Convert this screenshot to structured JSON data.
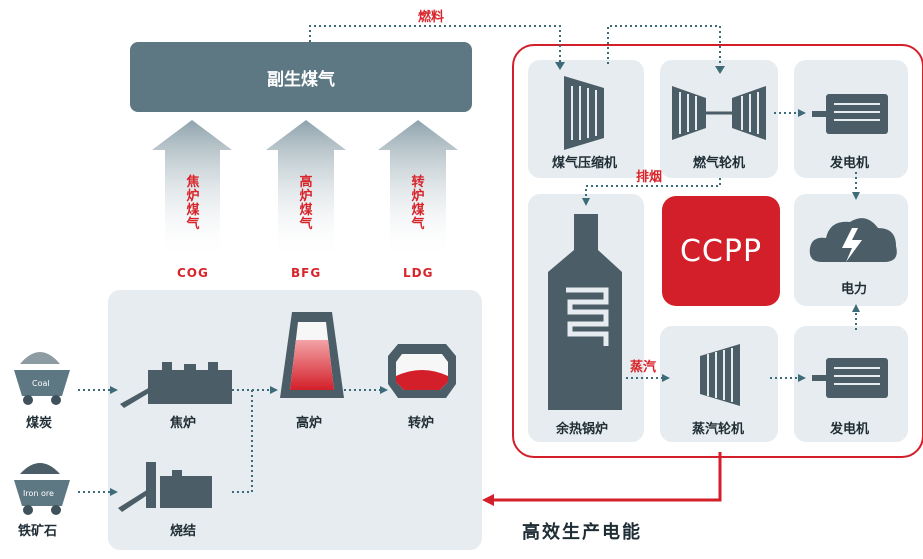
{
  "top_label": "燃料",
  "byproduct_gas": "副生煤气",
  "gases": [
    {
      "name": "焦炉煤气",
      "code": "COG"
    },
    {
      "name": "高炉煤气",
      "code": "BFG"
    },
    {
      "name": "转炉煤气",
      "code": "LDG"
    }
  ],
  "inputs": {
    "coal": "煤炭",
    "coal_cart_text": "Coal",
    "iron_ore": "铁矿石",
    "ore_cart_text": "Iron ore"
  },
  "steel_units": {
    "coke_oven": "焦炉",
    "sinter": "烧结",
    "blast_furnace": "高炉",
    "converter": "转炉"
  },
  "ccpp": {
    "title": "CCPP",
    "compressor": "煤气压缩机",
    "gas_turbine": "燃气轮机",
    "generator_top": "发电机",
    "electricity": "电力",
    "exhaust": "排烟",
    "boiler": "余热锅炉",
    "steam": "蒸汽",
    "steam_turbine": "蒸汽轮机",
    "generator_bottom": "发电机"
  },
  "result": "高效生产电能",
  "colors": {
    "red": "#d31f29",
    "slate": "#5d7883",
    "panel": "#e6ecef",
    "dark": "#4b5d66"
  }
}
